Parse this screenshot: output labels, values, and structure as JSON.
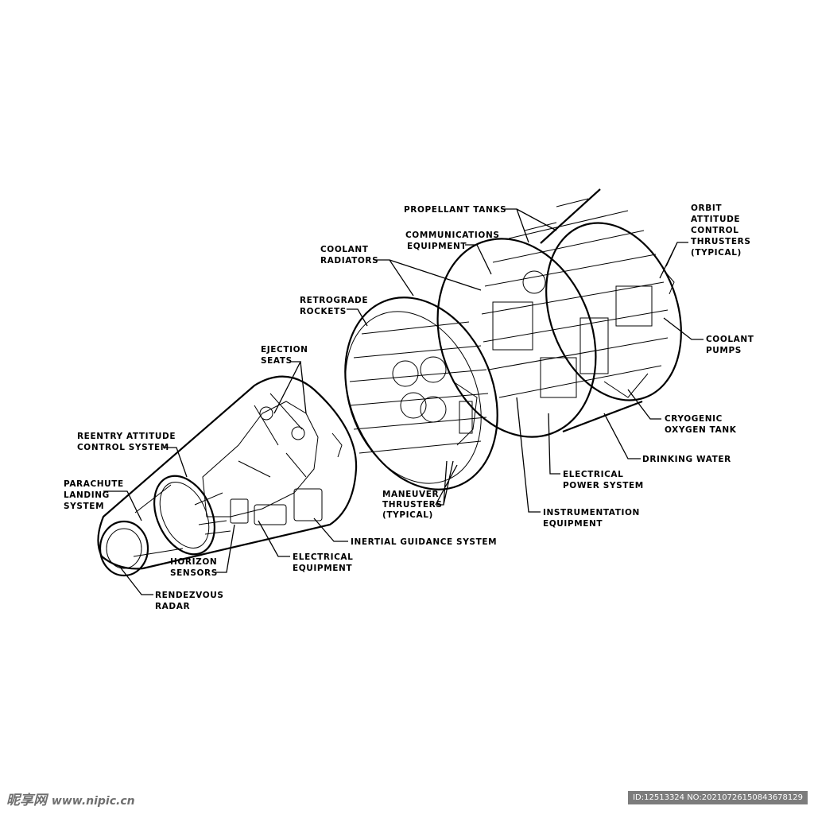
{
  "labels": {
    "propellant_tanks": "PROPELLANT TANKS",
    "communications_equipment": [
      "COMMUNICATIONS",
      "EQUIPMENT"
    ],
    "coolant_radiators": [
      "COOLANT",
      "RADIATORS"
    ],
    "retrograde_rockets": [
      "RETROGRADE",
      "ROCKETS"
    ],
    "ejection_seats": [
      "EJECTION",
      "SEATS"
    ],
    "reentry_attitude_control_system": [
      "REENTRY ATTITUDE",
      "CONTROL SYSTEM"
    ],
    "parachute_landing_system": [
      "PARACHUTE",
      "LANDING",
      "SYSTEM"
    ],
    "horizon_sensors": [
      "HORIZON",
      "SENSORS"
    ],
    "rendezvous_radar": [
      "RENDEZVOUS",
      "RADAR"
    ],
    "electrical_equipment": [
      "ELECTRICAL",
      "EQUIPMENT"
    ],
    "inertial_guidance_system": "INERTIAL GUIDANCE SYSTEM",
    "maneuver_thrusters": [
      "MANEUVER",
      "THRUSTERS",
      "(TYPICAL)"
    ],
    "instrumentation_equipment": [
      "INSTRUMENTATION",
      "EQUIPMENT"
    ],
    "electrical_power_system": [
      "ELECTRICAL",
      "POWER SYSTEM"
    ],
    "drinking_water": "DRINKING WATER",
    "cryogenic_oxygen_tank": [
      "CRYOGENIC",
      "OXYGEN TANK"
    ],
    "coolant_pumps": [
      "COOLANT",
      "PUMPS"
    ],
    "orbit_attitude_control_thrusters": [
      "ORBIT",
      "ATTITUDE",
      "CONTROL",
      "THRUSTERS",
      "(TYPICAL)"
    ]
  },
  "watermark": {
    "logo": "昵享网",
    "site": "www.nipic.cn",
    "id": "ID:12513324 NO:20210726150843678129"
  }
}
